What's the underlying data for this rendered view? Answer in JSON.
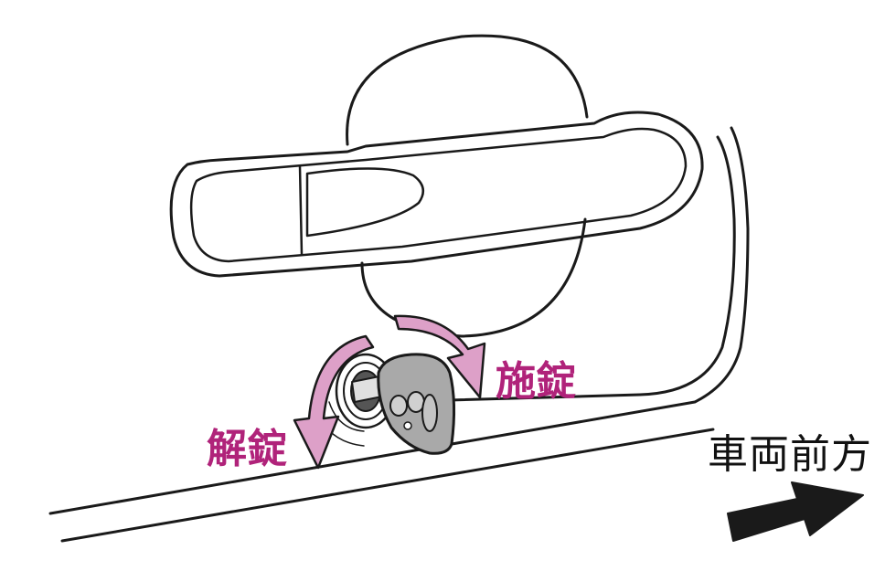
{
  "labels": {
    "lock": "施錠",
    "unlock": "解錠",
    "vehicle_front": "車両前方"
  },
  "colors": {
    "arrow_fill": "#dda0c8",
    "label_accent": "#b0237a",
    "line": "#1a1a1a",
    "key_fill": "#a9a9a9"
  },
  "icons": {
    "lock_direction": "curved-arrow-clockwise",
    "unlock_direction": "curved-arrow-counterclockwise",
    "vehicle_front": "bold-arrow-right"
  }
}
